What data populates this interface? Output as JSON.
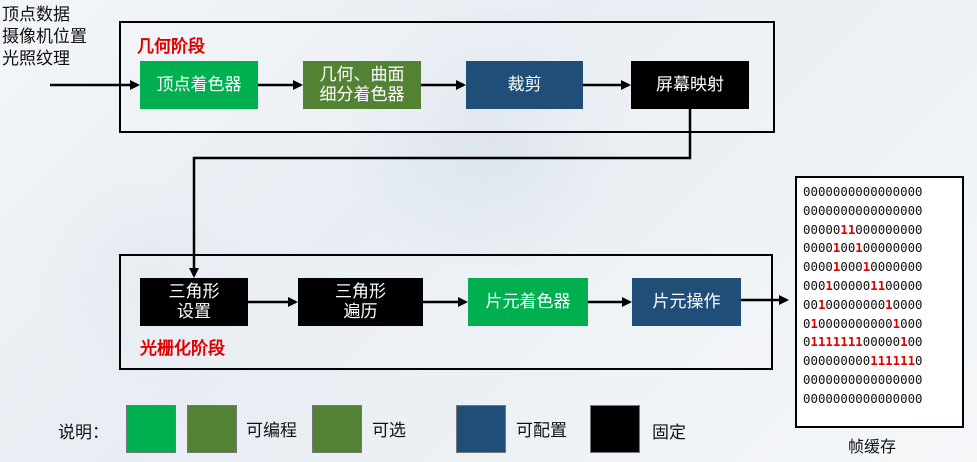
{
  "input_labels": [
    "顶点数据",
    "摄像机位置",
    "光照纹理"
  ],
  "geometry_stage": {
    "title": "几何阶段",
    "boxes": [
      "顶点着色器",
      "几何、曲面\n细分着色器",
      "裁剪",
      "屏幕映射"
    ]
  },
  "raster_stage": {
    "title": "光栅化阶段",
    "boxes": [
      "三角形\n设置",
      "三角形\n遍历",
      "片元着色器",
      "片元操作"
    ]
  },
  "framebuffer": {
    "label": "帧缓存",
    "rows": [
      "0000000000000000",
      "0000000000000000",
      "0000011000000000",
      "0000100100000000",
      "0000100010000000",
      "0001000001100000",
      "0010000000010000",
      "0100000000001000",
      "0111111100000100",
      "0000000001111110",
      "0000000000000000",
      "0000000000000000"
    ]
  },
  "legend": {
    "title": "说明：",
    "items": [
      "可编程",
      "可选",
      "可配置",
      "固定"
    ]
  },
  "colors": {
    "programmable": "#00b050",
    "optional": "#548235",
    "configurable": "#1f4e79",
    "fixed": "#000000",
    "accent_red": "#e00000"
  }
}
